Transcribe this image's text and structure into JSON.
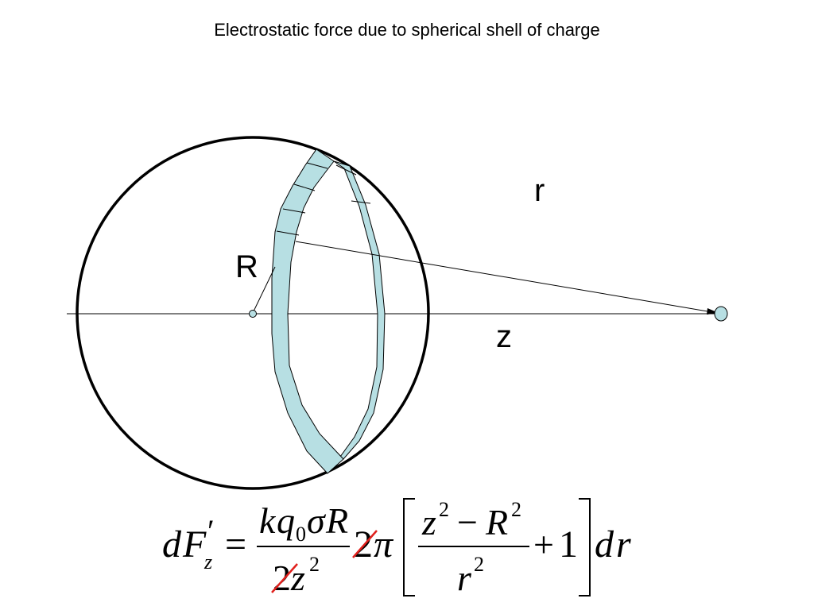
{
  "slide": {
    "title": "Electrostatic force due to spherical shell of charge"
  },
  "diagram": {
    "labels": {
      "shell_radius": "R",
      "distance_to_charge": "z",
      "distance_ring_to_charge": "r"
    },
    "colors": {
      "ring_fill": "#b7dfe3",
      "strike_red": "#e0201c"
    }
  },
  "equation": {
    "lhs_d": "d",
    "lhs_F": "F",
    "lhs_prime": "′",
    "lhs_sub": "z",
    "equals": "=",
    "num_k": "k",
    "num_q": "q",
    "num_q_sub": "0",
    "num_sigma": "σ",
    "num_R": "R",
    "den_two": "2",
    "den_z": "z",
    "den_exp": "2",
    "factor_two": "2",
    "factor_pi": "π",
    "inner_num_z": "z",
    "inner_num_z_exp": "2",
    "inner_minus": "−",
    "inner_num_R": "R",
    "inner_num_R_exp": "2",
    "inner_den_r": "r",
    "inner_den_exp": "2",
    "plus": "+",
    "one": "1",
    "d": "d",
    "r": "r"
  }
}
